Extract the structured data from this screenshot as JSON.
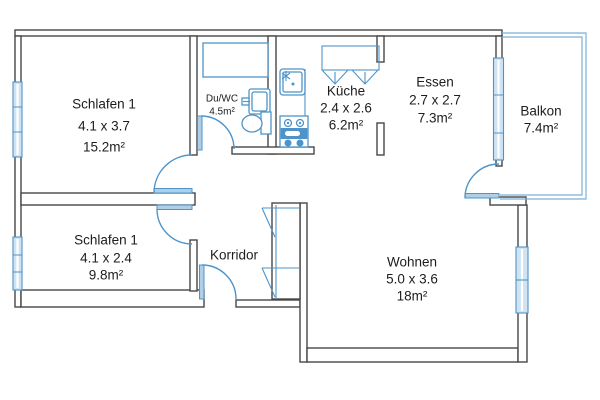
{
  "document": {
    "type": "apartment-floor-plan",
    "language": "de"
  },
  "rooms": {
    "schlafen1_top": {
      "name": "Schlafen 1",
      "dimensions": "4.1 x 3.7",
      "area": "15.2m²"
    },
    "schlafen1_bottom": {
      "name": "Schlafen 1",
      "dimensions": "4.1 x 2.4",
      "area": "9.8m²"
    },
    "duwc": {
      "name": "Du/WC",
      "area": "4.5m²"
    },
    "kueche": {
      "name": "Küche",
      "dimensions": "2.4 x 2.6",
      "area": "6.2m²"
    },
    "essen": {
      "name": "Essen",
      "dimensions": "2.7 x 2.7",
      "area": "7.3m²"
    },
    "balkon": {
      "name": "Balkon",
      "area": "7.4m²"
    },
    "korridor": {
      "name": "Korridor"
    },
    "wohnen": {
      "name": "Wohnen",
      "dimensions": "5.0 x 3.6",
      "area": "18m²"
    }
  },
  "colors": {
    "wall_outline": "#474747",
    "fixture_blue": "#4e94c8",
    "window_fill": "#cfe3f3",
    "balcony_blue": "#79b0d8",
    "text": "#1d1d1d",
    "background": "#ffffff"
  },
  "icons": [
    "shower-tray-icon",
    "toilet-icon",
    "washbasin-icon",
    "kitchen-sink-icon",
    "stove-icon",
    "door-arc-icon",
    "window-icon",
    "folding-door-icon"
  ]
}
